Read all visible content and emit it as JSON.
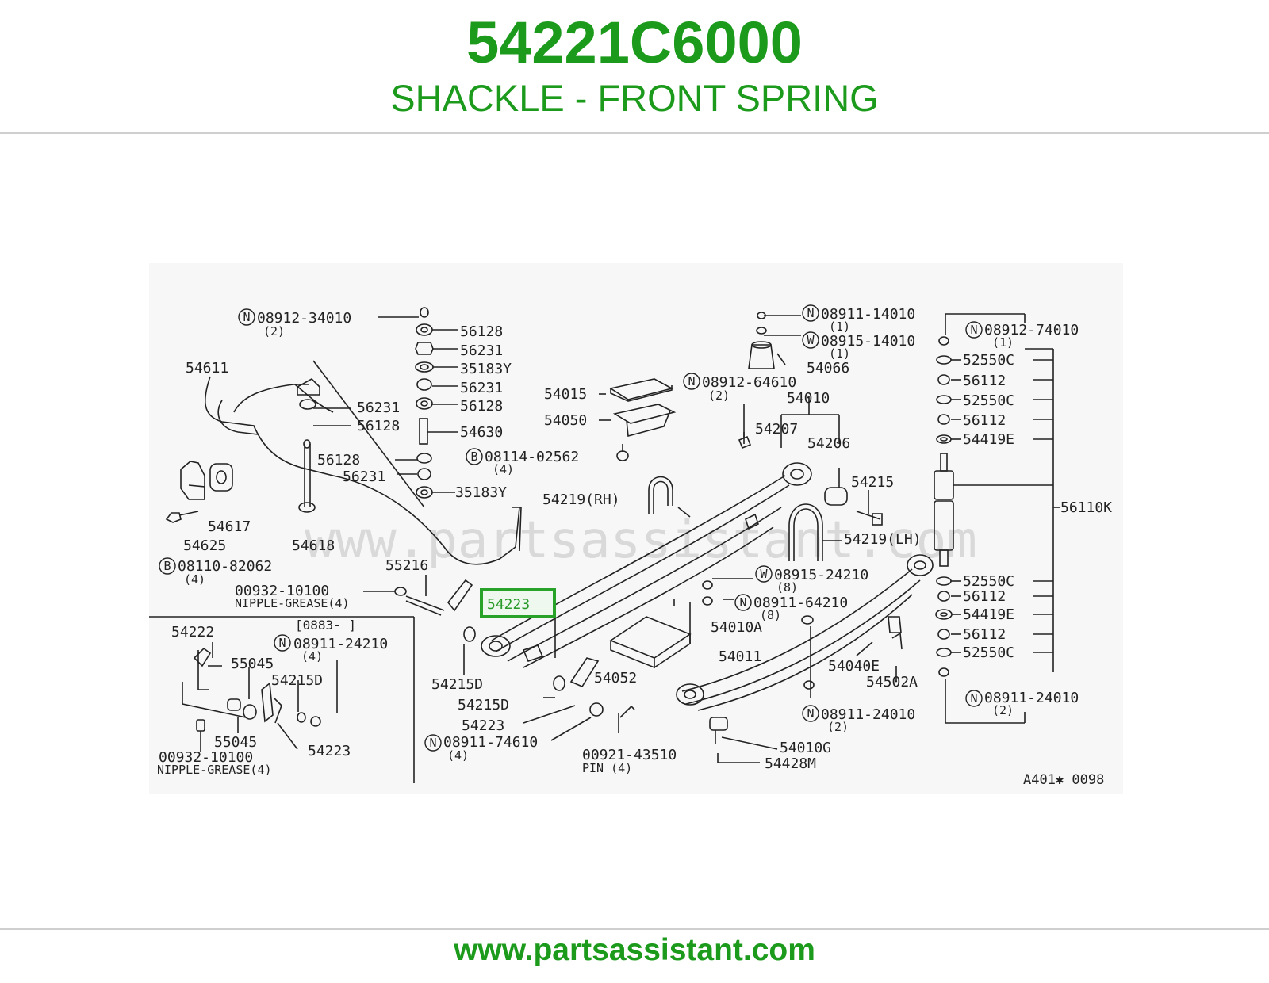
{
  "header": {
    "part_number": "54221C6000",
    "part_name": "SHACKLE - FRONT SPRING"
  },
  "footer": {
    "website": "www.partsassistant.com"
  },
  "diagram": {
    "watermark": "www.partsassistant.com",
    "code": "A401✱ 0098",
    "highlight": "54223",
    "labels": {
      "c08912_34010": "08912-34010",
      "q2a": "(2)",
      "p56128a": "56128",
      "p56231a": "56231",
      "p35183ya": "35183Y",
      "p56231b": "56231",
      "p56128b": "56128",
      "p54611": "54611",
      "p56231c": "56231",
      "p56128c": "56128",
      "p54630": "54630",
      "p56128d": "56128",
      "p56231d": "56231",
      "p35183yb": "35183Y",
      "p54617": "54617",
      "p54625": "54625",
      "p54618": "54618",
      "c08110_82062": "08110-82062",
      "q4a": "(4)",
      "p55216": "55216",
      "p00932a": "00932-10100",
      "nipple_a": "NIPPLE-GREASE(4)",
      "p54015": "54015",
      "p54050": "54050",
      "c08114_02562": "08114-02562",
      "q4b": "(4)",
      "p54219rh": "54219(RH)",
      "c08911_14010": "08911-14010",
      "q1a": "(1)",
      "c08915_14010": "08915-14010",
      "q1b": "(1)",
      "p54066": "54066",
      "c08912_64610": "08912-64610",
      "q2b": "(2)",
      "p54010": "54010",
      "p54207": "54207",
      "p54206": "54206",
      "p54215": "54215",
      "p54219lh": "54219(LH)",
      "c08915_24210": "08915-24210",
      "q8a": "(8)",
      "c08911_64210": "08911-64210",
      "q8b": "(8)",
      "p54010a": "54010A",
      "p54011": "54011",
      "p54040e": "54040E",
      "p54502a": "54502A",
      "c08911_24010b": "08911-24010",
      "q2c": "(2)",
      "p54010g": "54010G",
      "p54428m": "54428M",
      "c08912_74010": "08912-74010",
      "q1c": "(1)",
      "p52550c1": "52550C",
      "p56112a": "56112",
      "p52550c2": "52550C",
      "p56112b": "56112",
      "p54419e1": "54419E",
      "p56110k": "56110K",
      "p52550c3": "52550C",
      "p56112c": "56112",
      "p54419e2": "54419E",
      "p56112d": "56112",
      "p52550c4": "52550C",
      "c08911_24010c": "08911-24010",
      "q2d": "(2)",
      "p54222": "54222",
      "date_range": "[0883-      ]",
      "c08911_24210": "08911-24210",
      "q4c": "(4)",
      "p55045a": "55045",
      "p54215d_a": "54215D",
      "p55045b": "55045",
      "p54223_inset": "54223",
      "p00932b": "00932-10100",
      "nipple_b": "NIPPLE-GREASE(4)",
      "p54215d_b": "54215D",
      "p54215d_c": "54215D",
      "p54223b": "54223",
      "p54052": "54052",
      "c08911_74610": "08911-74610",
      "q4d": "(4)",
      "p00921": "00921-43510",
      "pin4": "PIN (4)"
    }
  }
}
